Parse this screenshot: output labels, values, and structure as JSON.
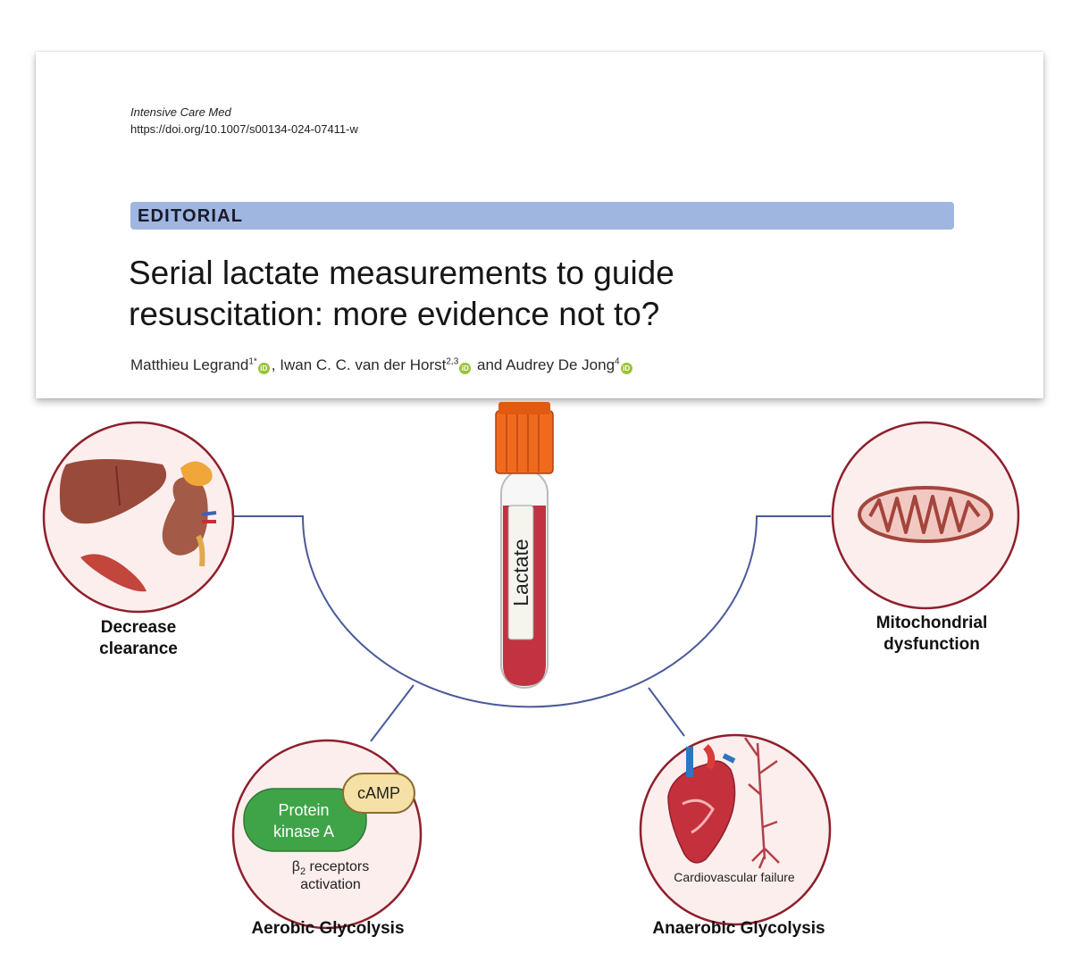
{
  "paper": {
    "journal": "Intensive Care Med",
    "doi": "https://doi.org/10.1007/s00134-024-07411-w",
    "section": "EDITORIAL",
    "title_line1": "Serial lactate measurements to guide",
    "title_line2": "resuscitation: more evidence not to?",
    "authors": [
      {
        "name": "Matthieu Legrand",
        "sup": "1*"
      },
      {
        "name": "Iwan C. C. van der Horst",
        "sup": "2,3"
      },
      {
        "name": "Audrey De Jong",
        "sup": "4"
      }
    ],
    "author_sep": ", ",
    "author_and": " and ",
    "orcid_label": "iD"
  },
  "diagram": {
    "center": {
      "tube_label": "Lactate"
    },
    "nodes": [
      {
        "id": "clearance",
        "line1": "Decrease",
        "line2": "clearance"
      },
      {
        "id": "mito",
        "line1": "Mitochondrial",
        "line2": "dysfunction"
      },
      {
        "id": "aerobic",
        "label": "Aerobic Glycolysis",
        "pka_line1": "Protein",
        "pka_line2": "kinase A",
        "camp": "cAMP",
        "beta_symbol": "β",
        "beta_sub": "2",
        "beta_rest": " receptors",
        "beta_line2": "activation"
      },
      {
        "id": "anaerobic",
        "label": "Anaerobic Glycolysis",
        "caption": "Cardiovascular failure"
      }
    ]
  },
  "colors": {
    "circle_border": "#8e1f2c",
    "circle_fill": "#fbeeed",
    "connector": "#4a5a9a",
    "banner": "#9fb7e0",
    "cap": "#f06a1e",
    "blood": "#c23240",
    "pka": "#3fa447",
    "camp": "#f5e0a5",
    "orcid": "#9ac33a"
  }
}
